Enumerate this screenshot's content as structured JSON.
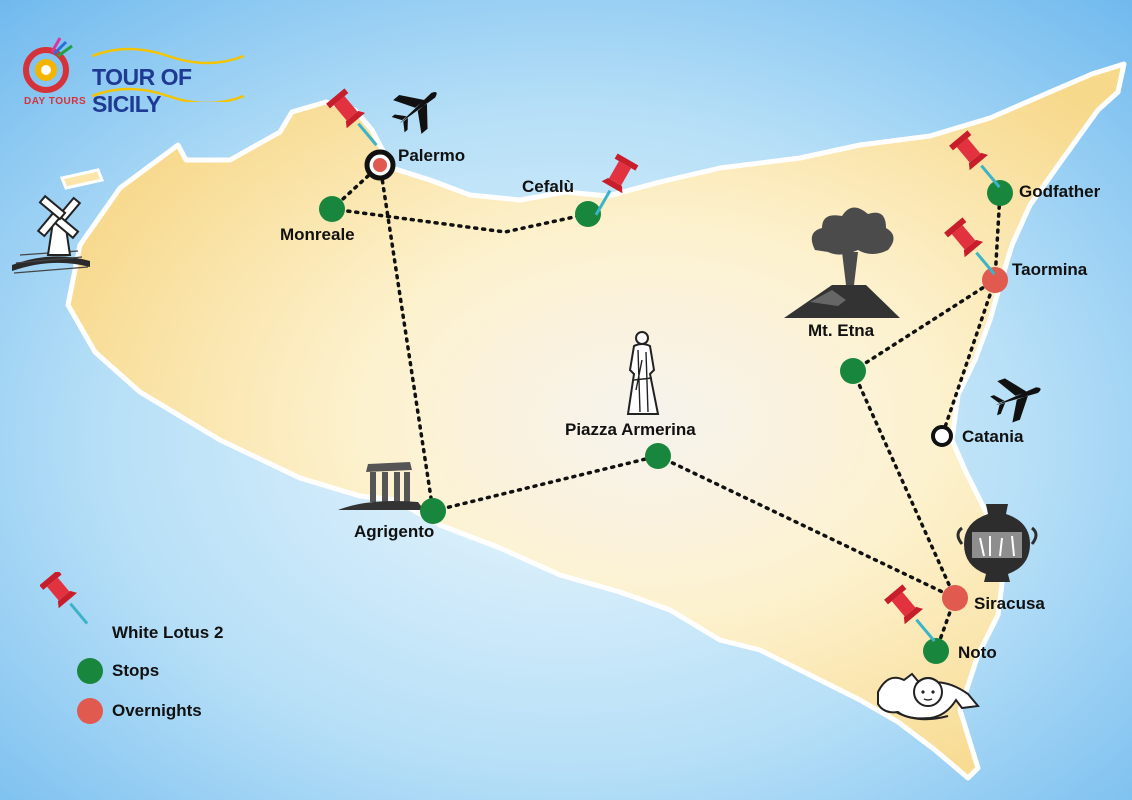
{
  "brand": {
    "title": "TOUR OF SICILY",
    "subtitle": "DAY TOURS"
  },
  "colors": {
    "sea": "#9fd3f5",
    "land": "#fbe5a8",
    "stop": "#18863c",
    "overnight": "#e05a50",
    "pin": "#e3323f",
    "route": "#111111",
    "brand_blue": "#1f3a93"
  },
  "places": {
    "palermo": "Palermo",
    "monreale": "Monreale",
    "cefalu": "Cefalù",
    "godfather": "Godfather",
    "taormina": "Taormina",
    "mt_etna": "Mt. Etna",
    "catania": "Catania",
    "piazza_armerina": "Piazza Armerina",
    "agrigento": "Agrigento",
    "siracusa": "Siracusa",
    "noto": "Noto"
  },
  "legend": {
    "white_lotus": "White Lotus 2",
    "stops": "Stops",
    "overnights": "Overnights"
  },
  "icons": [
    "pushpin-icon",
    "airplane-icon",
    "volcano-icon",
    "statue-icon",
    "temple-icon",
    "windmill-icon",
    "greek-vase-icon",
    "cherub-icon"
  ]
}
